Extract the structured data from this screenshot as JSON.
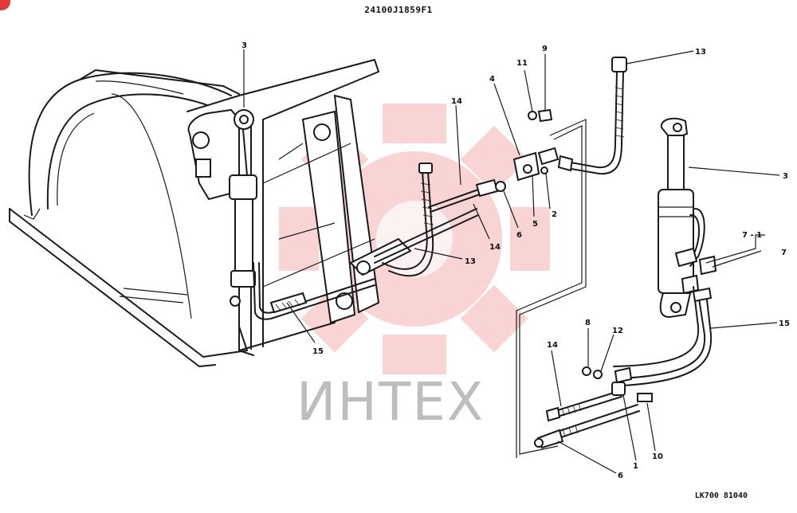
{
  "drawing": {
    "part_number": "24100J1859F1",
    "drawing_code": "LK700 81040"
  },
  "watermark": {
    "text": "ИНТЕХ",
    "color": "#e04040"
  },
  "callouts": [
    "3",
    "14",
    "13",
    "15",
    "4",
    "11",
    "9",
    "6",
    "5",
    "2",
    "14",
    "13",
    "3",
    "7 - 1",
    "7",
    "15",
    "8",
    "12",
    "14",
    "10",
    "1",
    "6"
  ]
}
